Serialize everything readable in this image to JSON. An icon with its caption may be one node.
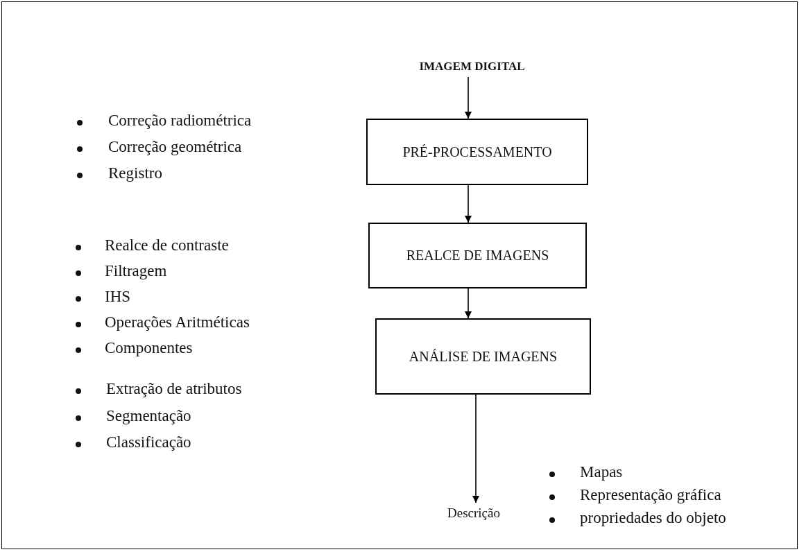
{
  "diagram": {
    "nodes": [
      {
        "text": [
          "IMAGEM DIGITAL"
        ]
      },
      {
        "text": [
          "PRÉ-PROCESSAMENTO"
        ]
      },
      {
        "text": [
          "REALCE DE IMAGENS"
        ]
      },
      {
        "text": [
          "ANÁLISE DE IMAGENS"
        ]
      },
      {
        "text": [
          "Descrição"
        ]
      }
    ],
    "edges": [
      {
        "from": 0,
        "to": 1,
        "arrow": "to"
      },
      {
        "from": 1,
        "to": 2,
        "arrow": "to"
      },
      {
        "from": 2,
        "to": 3,
        "arrow": "to"
      },
      {
        "from": 3,
        "to": 4,
        "arrow": "to"
      }
    ],
    "labels": [
      "Correção radiométrica",
      "Correção geométrica",
      "Registro",
      "Realce de contraste",
      "Filtragem",
      "IHS",
      "Operações Aritméticas",
      "Componentes",
      "Extração de atributos",
      "Segmentação",
      "Classificação",
      "Mapas",
      "Representação gráfica",
      "propriedades do objeto"
    ]
  }
}
